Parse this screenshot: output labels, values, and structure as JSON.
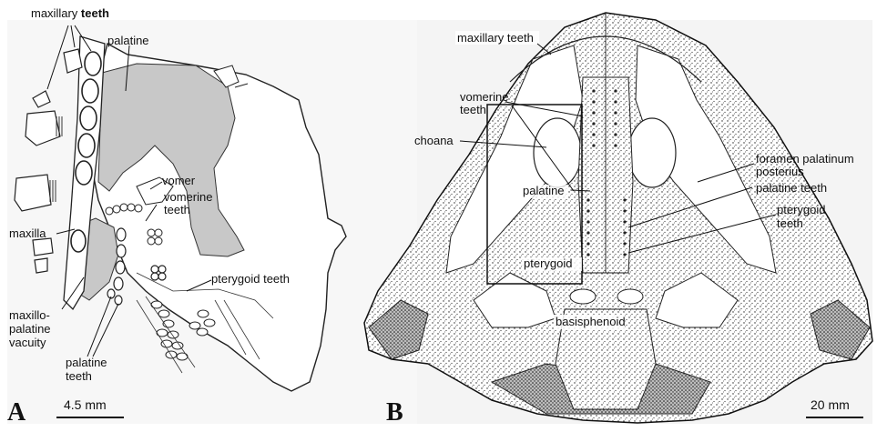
{
  "panel_a": {
    "letter": "A",
    "scale_bar": "4.5 mm",
    "labels": {
      "maxillary_prefix": "maxillary",
      "maxillary_bold": "teeth",
      "palatine": "palatine",
      "vomer": "vomer",
      "vomerine_teeth_1": "vomerine",
      "vomerine_teeth_2": "teeth",
      "maxilla": "maxilla",
      "pterygoid_teeth": "pterygoid teeth",
      "mpv_1": "maxillo-",
      "mpv_2": "palatine",
      "mpv_3": "vacuity",
      "palatine_teeth_1": "palatine",
      "palatine_teeth_2": "teeth"
    }
  },
  "panel_b": {
    "letter": "B",
    "scale_bar": "20 mm",
    "labels": {
      "maxillary_teeth": "maxillary teeth",
      "vomerine_teeth_1": "vomerine",
      "vomerine_teeth_2": "teeth",
      "choana": "choana",
      "palatine": "palatine",
      "pterygoid": "pterygoid",
      "basisphenoid": "basisphenoid",
      "foramen_1": "foramen palatinum",
      "foramen_2": "posterius",
      "palatine_teeth": "palatine teeth",
      "pterygoid_teeth_1": "pterygoid",
      "pterygoid_teeth_2": "teeth"
    }
  }
}
